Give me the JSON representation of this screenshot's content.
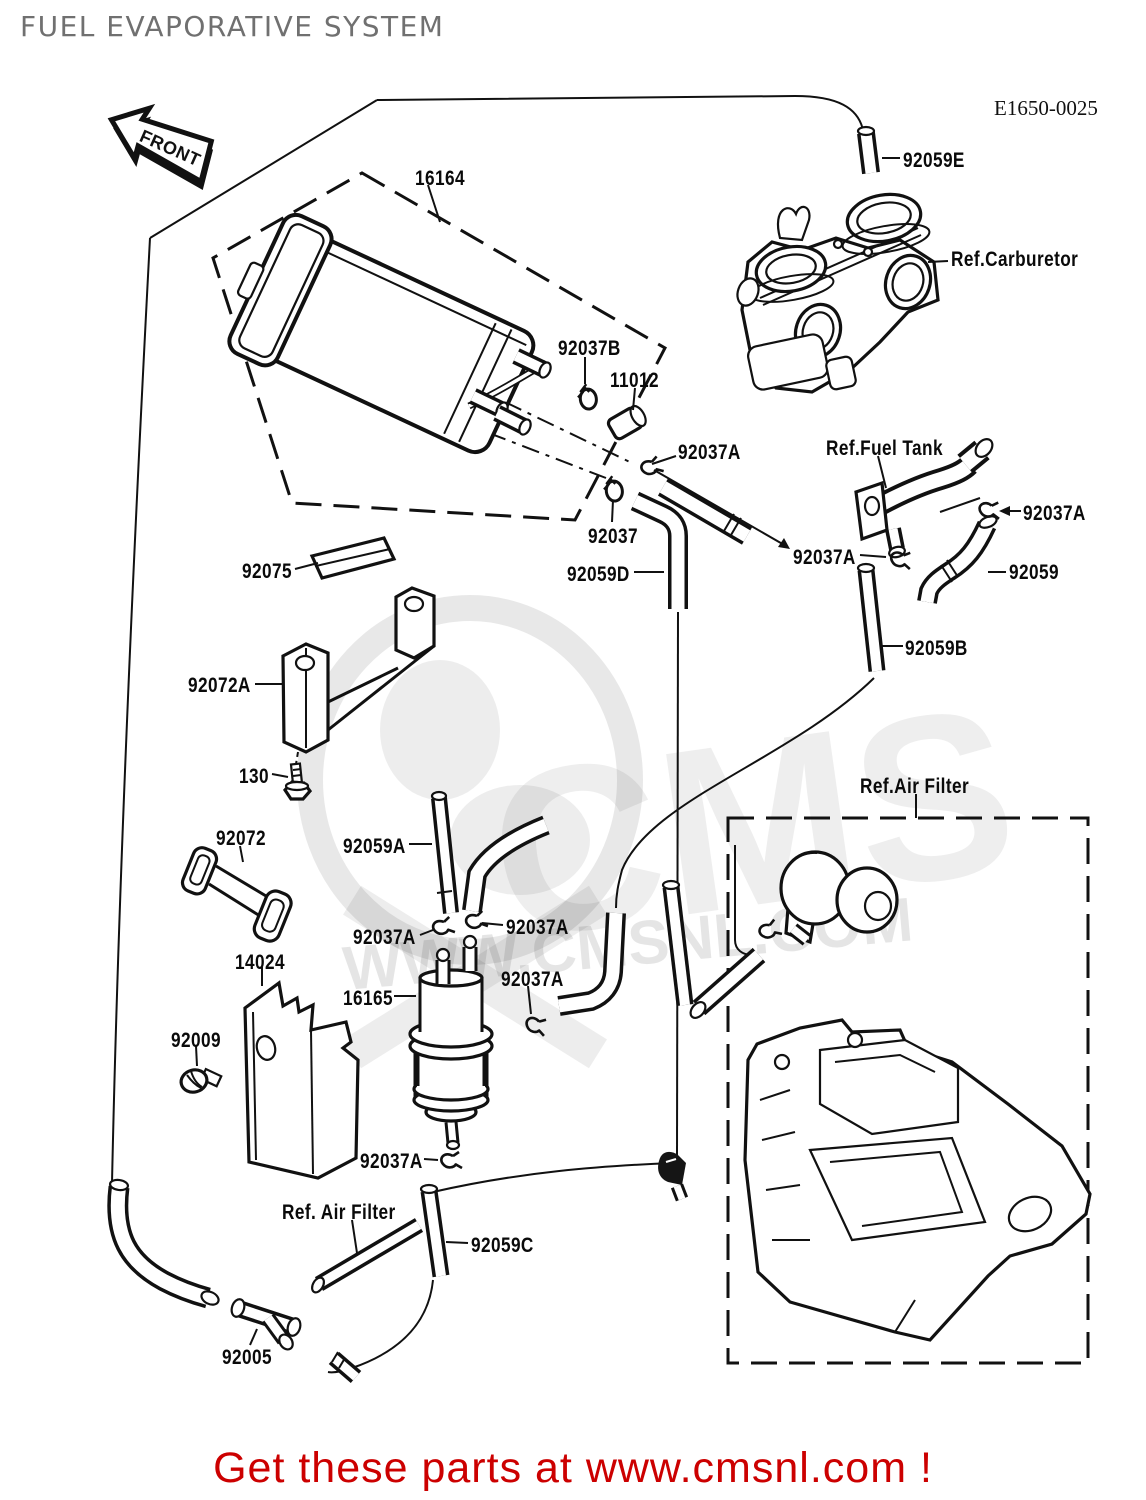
{
  "title": "FUEL EVAPORATIVE SYSTEM",
  "diagram_code": "E1650-0025",
  "front_arrow_label": "FRONT",
  "footer_banner": "Get these parts at www.cmsnl.com !",
  "watermark": {
    "logo_text": "CMS",
    "site_text": "WWW.CMSNL.COM"
  },
  "colors": {
    "footer_text": "#cc0000",
    "title_text": "#707070",
    "line_art": "#111111",
    "watermark": "#d9d9d9"
  },
  "part_labels": [
    {
      "text": "16164"
    },
    {
      "text": "92059E"
    },
    {
      "text": "Ref.Carburetor"
    },
    {
      "text": "92037B"
    },
    {
      "text": "11012"
    },
    {
      "text": "92037A"
    },
    {
      "text": "Ref.Fuel Tank"
    },
    {
      "text": "92037"
    },
    {
      "text": "92059D"
    },
    {
      "text": "92037A"
    },
    {
      "text": "92059"
    },
    {
      "text": "92037A"
    },
    {
      "text": "92075"
    },
    {
      "text": "92059B"
    },
    {
      "text": "92072A"
    },
    {
      "text": "130"
    },
    {
      "text": "Ref.Air Filter"
    },
    {
      "text": "92072"
    },
    {
      "text": "92059A"
    },
    {
      "text": "92037A"
    },
    {
      "text": "92037A"
    },
    {
      "text": "14024"
    },
    {
      "text": "16165"
    },
    {
      "text": "92037A"
    },
    {
      "text": "92009"
    },
    {
      "text": "92037A"
    },
    {
      "text": "Ref. Air Filter"
    },
    {
      "text": "92059C"
    },
    {
      "text": "92005"
    }
  ]
}
